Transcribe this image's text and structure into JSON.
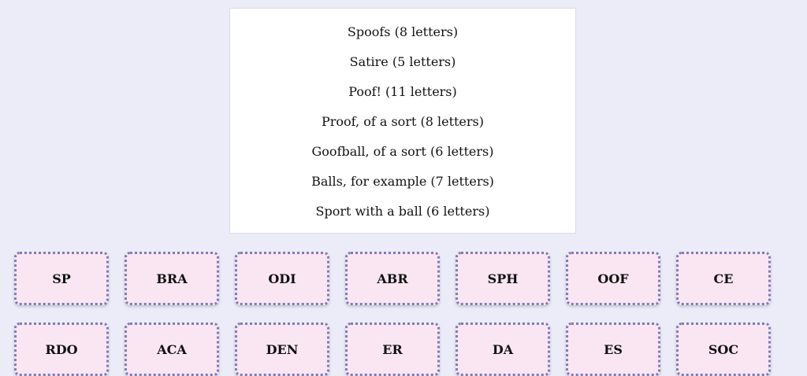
{
  "clues": [
    "Spoofs (8 letters)",
    "Satire (5 letters)",
    "Poof! (11 letters)",
    "Proof, of a sort (8 letters)",
    "Goofball, of a sort (6 letters)",
    "Balls, for example (7 letters)",
    "Sport with a ball (6 letters)"
  ],
  "tiles": [
    "SP",
    "BRA",
    "ODI",
    "ABR",
    "SPH",
    "OOF",
    "CE",
    "RDO",
    "ACA",
    "DEN",
    "ER",
    "DA",
    "ES",
    "SOC"
  ],
  "colors": {
    "background": "#ececf8",
    "tile_fill": "#f9e6f2",
    "tile_border": "#7b7bb8"
  }
}
